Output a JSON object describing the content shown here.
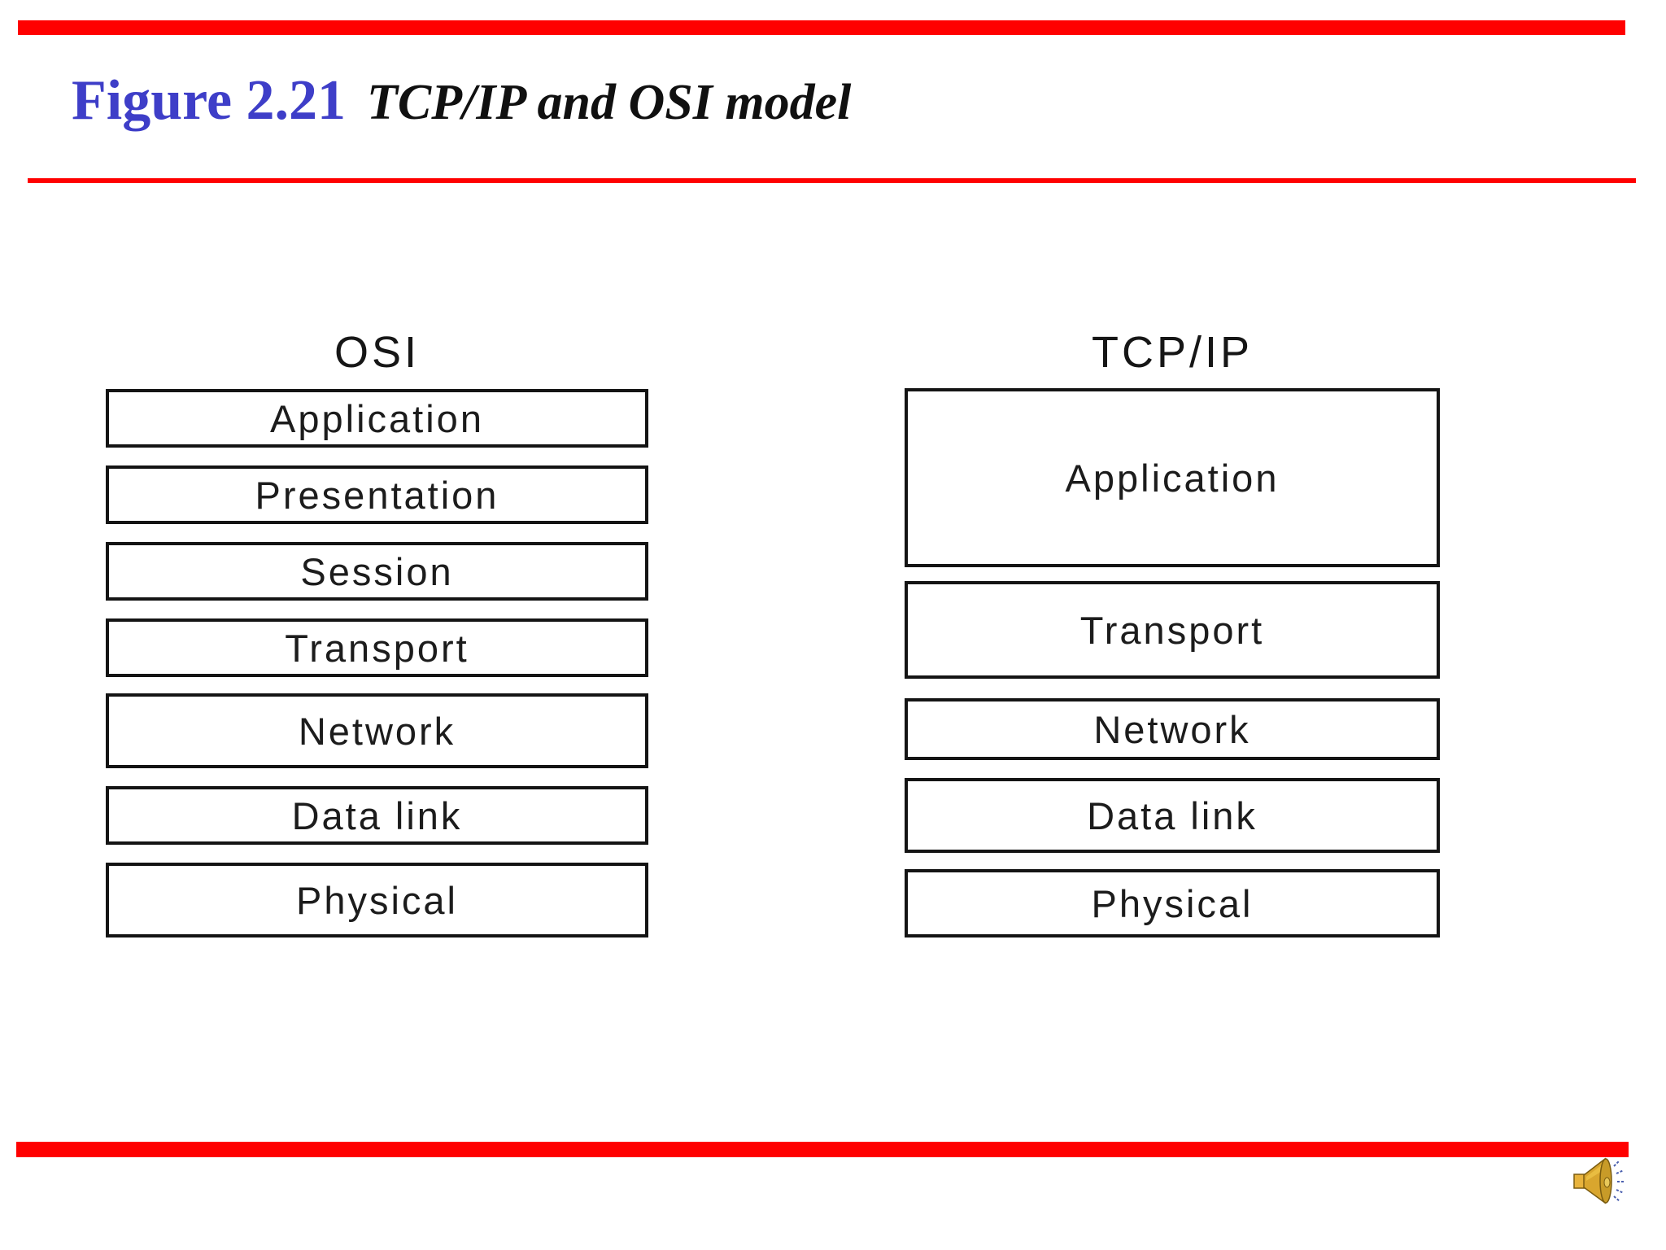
{
  "slide": {
    "title_prefix": "Figure 2.21",
    "title_text": "TCP/IP and OSI model"
  },
  "diagram": {
    "osi": {
      "heading": "OSI",
      "layers": [
        "Application",
        "Presentation",
        "Session",
        "Transport",
        "Network",
        "Data link",
        "Physical"
      ]
    },
    "tcpip": {
      "heading": "TCP/IP",
      "layers": [
        "Application",
        "Transport",
        "Network",
        "Data link",
        "Physical"
      ]
    }
  },
  "icons": {
    "audio": "speaker-icon"
  },
  "colors": {
    "accent_red": "#ff0000",
    "title_blue": "#3e3ec8",
    "box_border": "#141414",
    "speaker_gold": "#d9a62e",
    "sound_wave_blue": "#4a5fae"
  }
}
